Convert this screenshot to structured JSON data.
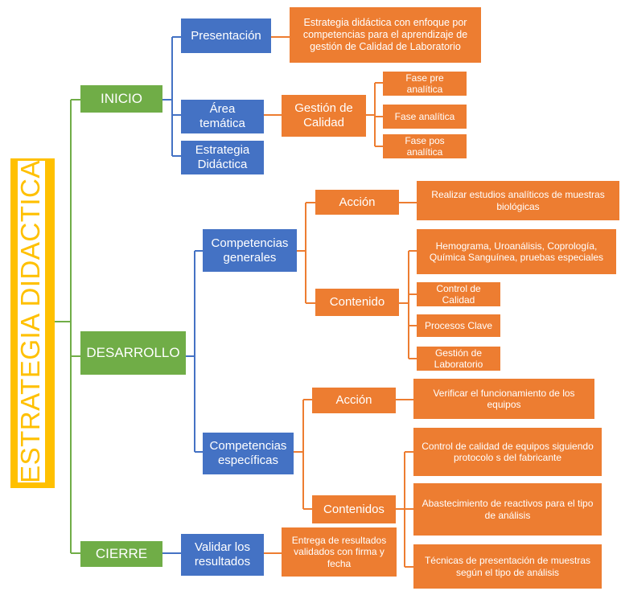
{
  "title": "ESTRATEGIA DIDACTICA",
  "colors": {
    "phase": "#70AD47",
    "category": "#4472C4",
    "detail": "#ED7D31",
    "title": "#FFC000"
  },
  "inicio": {
    "label": "INICIO",
    "presentacion": {
      "label": "Presentación",
      "detail": "Estrategia didáctica con enfoque por competencias para el aprendizaje de gestión de Calidad de Laboratorio"
    },
    "area": {
      "label": "Área temática",
      "gestion": "Gestión de Calidad",
      "fases": [
        "Fase pre analítica",
        "Fase analítica",
        "Fase pos analítica"
      ]
    },
    "estrategia": {
      "label": "Estrategia Didáctica"
    }
  },
  "desarrollo": {
    "label": "DESARROLLO",
    "generales": {
      "label": "Competencias generales",
      "accion": {
        "label": "Acción",
        "detail": "Realizar estudios analíticos de muestras biológicas"
      },
      "contenido": {
        "label": "Contenido",
        "items": [
          "Hemograma, Uroanálisis, Coprología, Química Sanguínea, pruebas especiales",
          "Control de Calidad",
          "Procesos Clave",
          "Gestión de Laboratorio"
        ]
      }
    },
    "especificas": {
      "label": "Competencias específicas",
      "accion": {
        "label": "Acción",
        "detail": "Verificar el funcionamiento de los equipos"
      },
      "contenidos": {
        "label": "Contenidos",
        "items": [
          "Control de calidad de equipos siguiendo protocolo s del fabricante",
          "Abastecimiento de reactivos para el tipo de análisis",
          "Técnicas de presentación de muestras según el tipo de análisis"
        ]
      }
    }
  },
  "cierre": {
    "label": "CIERRE",
    "validar": {
      "label": "Validar los resultados",
      "detail": "Entrega de resultados validados con firma y fecha"
    }
  }
}
